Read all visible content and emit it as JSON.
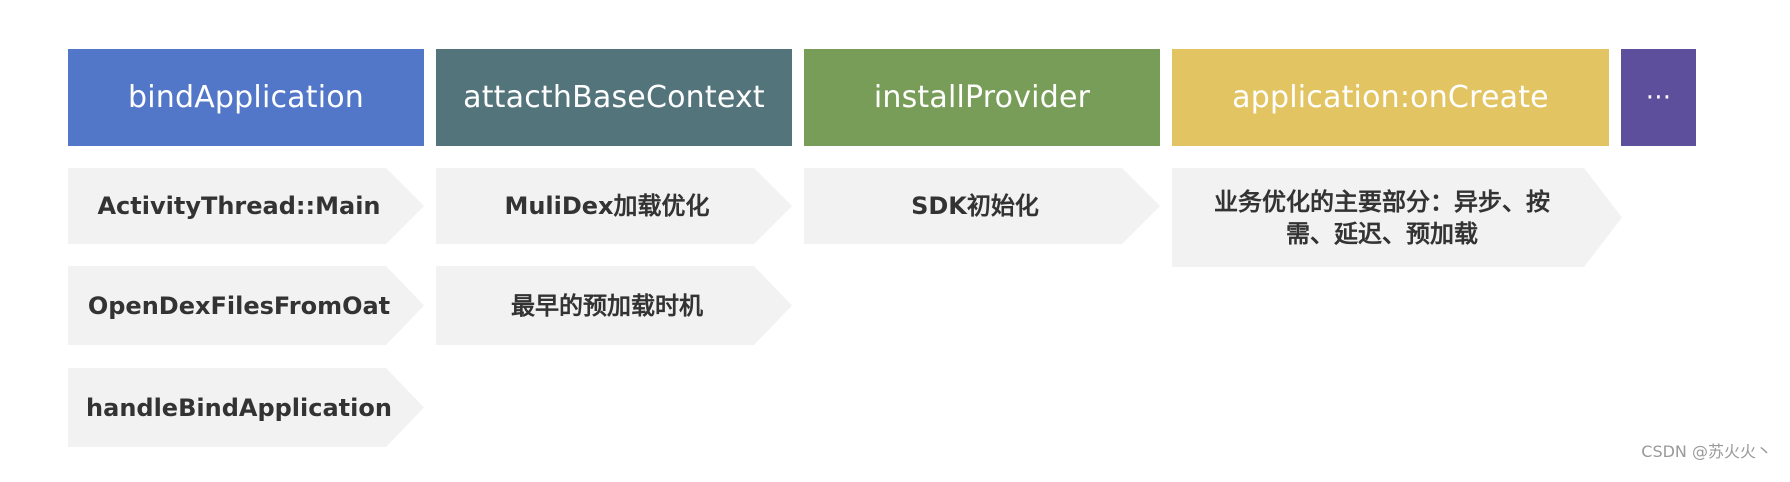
{
  "stages": [
    {
      "label": "bindApplication",
      "color": "#5277c9"
    },
    {
      "label": "attacthBaseContext",
      "color": "#54747b"
    },
    {
      "label": "installProvider",
      "color": "#789d58"
    },
    {
      "label": "application:onCreate",
      "color": "#e2c463"
    },
    {
      "label": "···",
      "color": "#5e4f9c"
    }
  ],
  "steps": {
    "bindApplication": [
      "ActivityThread::Main",
      "OpenDexFilesFromOat",
      "handleBindApplication"
    ],
    "attacthBaseContext": [
      "MuliDex加载优化",
      "最早的预加载时机"
    ],
    "installProvider": [
      "SDK初始化"
    ],
    "application_onCreate": [
      "业务优化的主要部分：异步、按需、延迟、预加载"
    ]
  },
  "watermark": "CSDN @苏火火丶"
}
